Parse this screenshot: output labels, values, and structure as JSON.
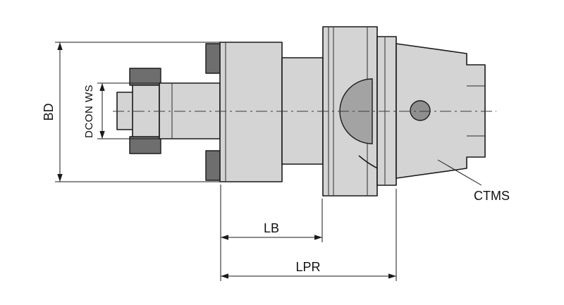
{
  "drawing": {
    "labels": {
      "bd": "BD",
      "dcon_ws": "DCON WS",
      "lb": "LB",
      "lpr": "LPR",
      "ctms": "CTMS"
    },
    "colors": {
      "background": "#ffffff",
      "body_fill": "#d4d4d4",
      "dark_accent_fill": "#6e6e6e",
      "medium_accent_fill": "#a3a3a3",
      "outline": "#1a1a1a"
    }
  }
}
